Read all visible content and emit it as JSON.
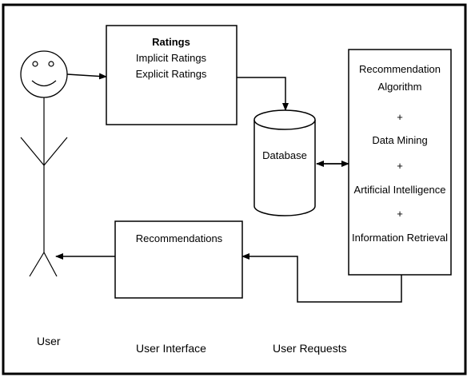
{
  "diagram": {
    "ratings_box": {
      "title": "Ratings",
      "line1": "Implicit Ratings",
      "line2": "Explicit Ratings"
    },
    "database_label": "Database",
    "algorithm_box": {
      "line1": "Recommendation",
      "line2": "Algorithm",
      "plus1": "+",
      "line3": "Data Mining",
      "plus2": "+",
      "line4": "Artificial Intelligence",
      "plus3": "+",
      "line5": "Information Retrieval"
    },
    "recommendations_label": "Recommendations",
    "bottom_labels": {
      "user": "User",
      "user_interface": "User Interface",
      "user_requests": "User Requests"
    }
  }
}
